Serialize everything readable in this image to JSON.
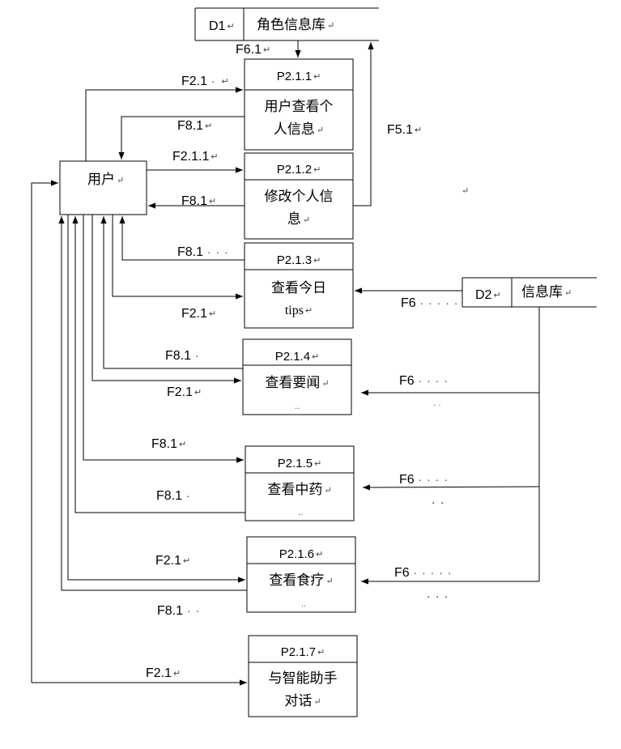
{
  "stores": {
    "d1": {
      "id": "D1",
      "name": "角色信息库"
    },
    "d2": {
      "id": "D2",
      "name": "信息库"
    }
  },
  "entity": {
    "user": "用户"
  },
  "processes": [
    {
      "id": "P2.1.1",
      "name_line1": "用户查看个",
      "name_line2": "人信息"
    },
    {
      "id": "P2.1.2",
      "name_line1": "修改个人信",
      "name_line2": "息"
    },
    {
      "id": "P2.1.3",
      "name_line1": "查看今日",
      "name_line2": "tips"
    },
    {
      "id": "P2.1.4",
      "name_line1": "查看要闻",
      "name_line2": ""
    },
    {
      "id": "P2.1.5",
      "name_line1": "查看中药",
      "name_line2": ""
    },
    {
      "id": "P2.1.6",
      "name_line1": "查看食疗",
      "name_line2": ""
    },
    {
      "id": "P2.1.7",
      "name_line1": "与智能助手",
      "name_line2": "对话"
    }
  ],
  "flows": {
    "f6_1": "F6.1",
    "f5_1": "F5.1",
    "f2_1_a": "F2.1",
    "f8_1_a": "F8.1",
    "f2_1_1": "F2.1.1",
    "f8_1_b": "F8.1",
    "f8_1_c": "F8.1",
    "f2_1_c": "F2.1",
    "f8_1_d": "F8.1",
    "f2_1_d": "F2.1",
    "f8_1_e": "F8.1",
    "f8_1_f": "F8.1",
    "f2_1_f": "F2.1",
    "f8_1_g": "F8.1",
    "f2_1_g": "F2.1",
    "f6_a": "F6",
    "f6_b": "F6",
    "f6_c": "F6",
    "f6_d": "F6"
  }
}
